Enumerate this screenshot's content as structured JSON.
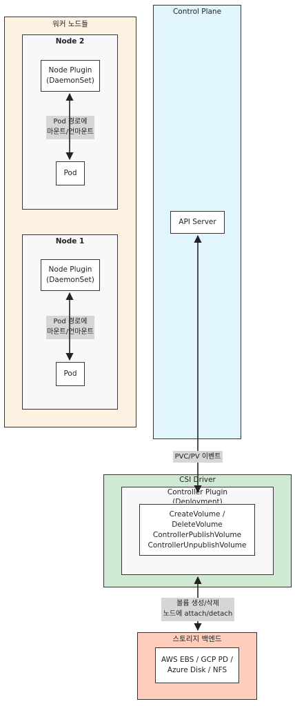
{
  "colors": {
    "worker_fill": "#fdf1e1",
    "control_fill": "#e1f5fd",
    "driver_fill": "#cfe9d3",
    "storage_fill": "#fecdbc",
    "node_fill": "#f8f8fb",
    "edge_label_bg": "#d6d6d6",
    "stroke": "#333333"
  },
  "worker_group": {
    "title": "워커 노드들"
  },
  "node2": {
    "title": "Node 2",
    "plugin": [
      "Node Plugin",
      "(DaemonSet)"
    ],
    "edge_label": [
      "Pod 경로에",
      "마운트/언마운트"
    ],
    "pod": "Pod"
  },
  "node1": {
    "title": "Node 1",
    "plugin": [
      "Node Plugin",
      "(DaemonSet)"
    ],
    "edge_label": [
      "Pod 경로에",
      "마운트/언마운트"
    ],
    "pod": "Pod"
  },
  "control_plane": {
    "title": "Control Plane",
    "api_server": "API Server"
  },
  "edge_api_controller": {
    "label": "PVC/PV 이벤트"
  },
  "csi_driver": {
    "title": "CSI Driver",
    "controller_plugin": [
      "Controller Plugin",
      "(Deployment)"
    ],
    "operations": [
      "CreateVolume /",
      "DeleteVolume",
      "ControllerPublishVolume",
      "ControllerUnpublishVolume"
    ]
  },
  "edge_controller_storage": {
    "label": [
      "볼륨 생성/삭제",
      "노드에 attach/detach"
    ]
  },
  "storage_backend": {
    "title": "스토리지 백엔드",
    "providers": [
      "AWS EBS / GCP PD /",
      "Azure Disk / NFS"
    ]
  }
}
